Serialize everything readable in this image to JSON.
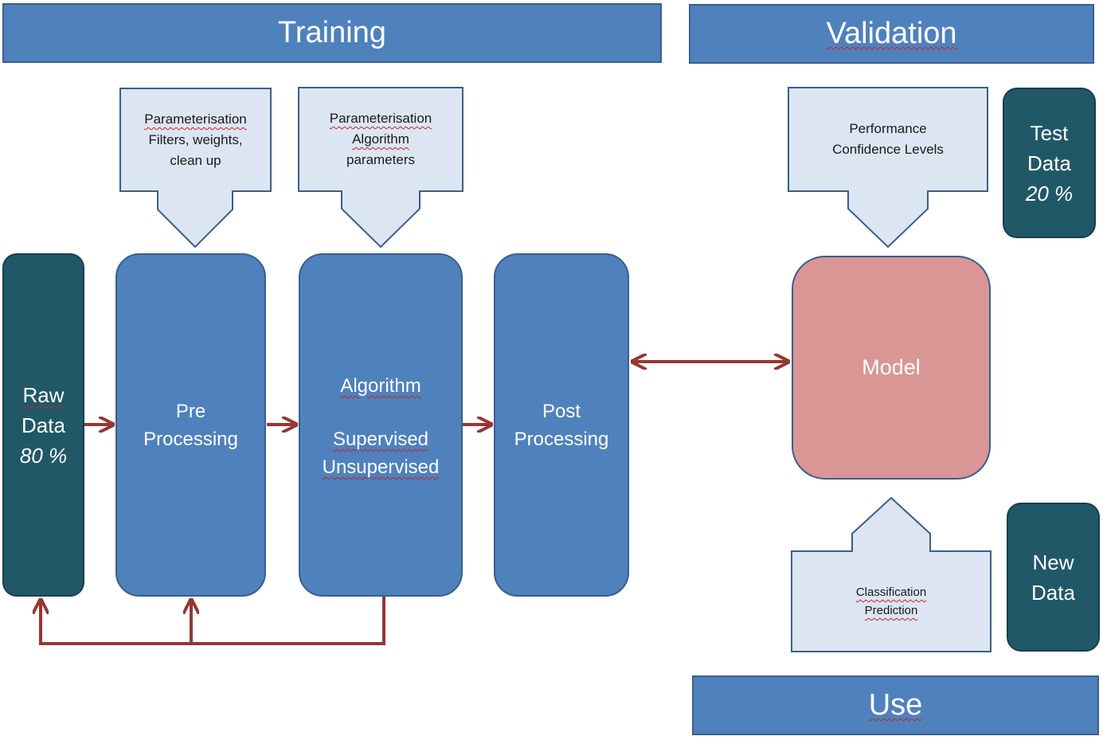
{
  "headers": {
    "training": "Training",
    "validation": "Validation",
    "use": "Use"
  },
  "data_blocks": {
    "raw_data": {
      "line1": "Raw",
      "line2": "Data",
      "line3": "80 %"
    },
    "test_data": {
      "line1": "Test",
      "line2": "Data",
      "line3": "20 %"
    },
    "new_data": {
      "line1": "New",
      "line2": "Data"
    }
  },
  "process_blocks": {
    "pre_processing": {
      "line1": "Pre",
      "line2": "Processing"
    },
    "algorithm": {
      "line1": "Algorithm",
      "line2": "Supervised",
      "line3": "Unsupervised"
    },
    "post_processing": {
      "line1": "Post",
      "line2": "Processing"
    },
    "model": "Model"
  },
  "callouts": {
    "pre_params": {
      "line1": "Parameterisation",
      "line2": "Filters, weights,",
      "line3": "clean up"
    },
    "algo_params": {
      "line1": "Parameterisation",
      "line2": "Algorithm",
      "line3": "parameters"
    },
    "performance": {
      "line1": "Performance",
      "line2": "Confidence Levels"
    },
    "use_output": {
      "line1": "Classification",
      "line2": "Prediction"
    }
  },
  "colors": {
    "banner_blue": "#4f81bd",
    "dark_teal": "#215868",
    "model_pink": "#d99694",
    "callout_fill": "#dce6f2",
    "arrow_red": "#953735"
  }
}
